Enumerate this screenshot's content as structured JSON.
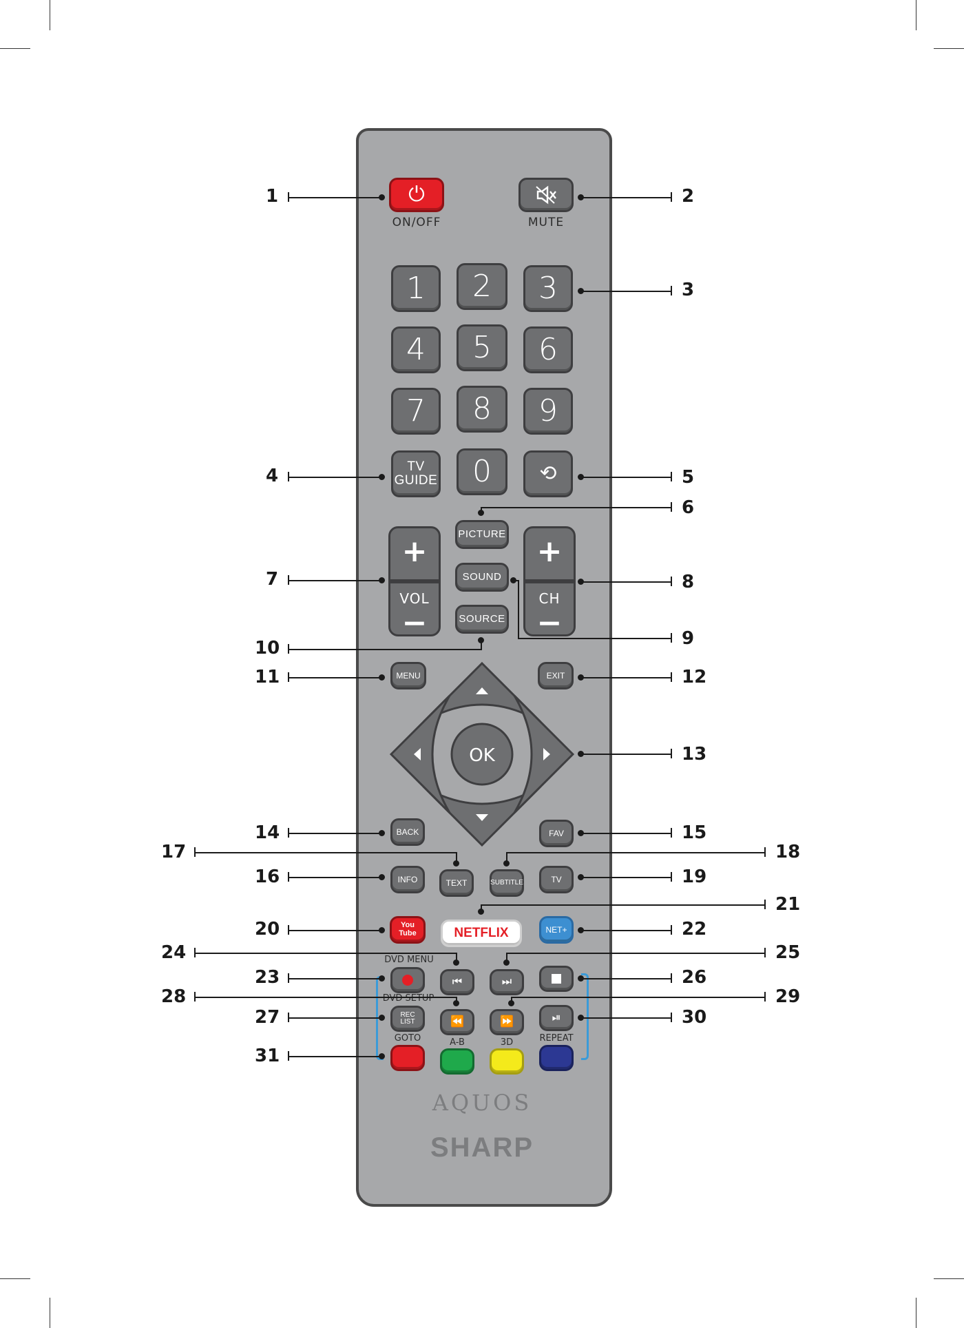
{
  "remote": {
    "buttons": {
      "power_label": "ON/OFF",
      "mute_label": "MUTE",
      "digits": [
        "1",
        "2",
        "3",
        "4",
        "5",
        "6",
        "7",
        "8",
        "9",
        "0"
      ],
      "tv_guide": "TV\nGUIDE",
      "picture": "PICTURE",
      "sound": "SOUND",
      "source": "SOURCE",
      "vol_label": "VOL",
      "ch_label": "CH",
      "menu": "MENU",
      "exit": "EXIT",
      "ok": "OK",
      "back": "BACK",
      "fav": "FAV",
      "info": "INFO",
      "text": "TEXT",
      "subtitle": "SUBTITLE",
      "tv": "TV",
      "youtube": "You\nTube",
      "netflix": "NETFLIX",
      "net_plus": "NET+",
      "dvd_menu": "DVD MENU",
      "dvd_setup": "DVD SETUP",
      "rec_list": "REC LIST",
      "goto": "GOTO",
      "ab": "A-B",
      "three_d": "3D",
      "repeat": "REPEAT"
    },
    "branding": {
      "aquos": "AQUOS",
      "sharp": "SHARP"
    },
    "colors": {
      "power": "#e41f26",
      "youtube": "#e41f26",
      "netflix_text": "#e41f26",
      "net_plus": "#3d8fd1",
      "red": "#e41f26",
      "green": "#1fa94b",
      "yellow": "#f4ea1b",
      "blue": "#2c3893",
      "dvd_bracket": "#3b9bd8"
    }
  },
  "callouts": [
    "1",
    "2",
    "3",
    "4",
    "5",
    "6",
    "7",
    "8",
    "9",
    "10",
    "11",
    "12",
    "13",
    "14",
    "15",
    "16",
    "17",
    "18",
    "19",
    "20",
    "21",
    "22",
    "23",
    "24",
    "25",
    "26",
    "27",
    "28",
    "29",
    "30",
    "31"
  ]
}
